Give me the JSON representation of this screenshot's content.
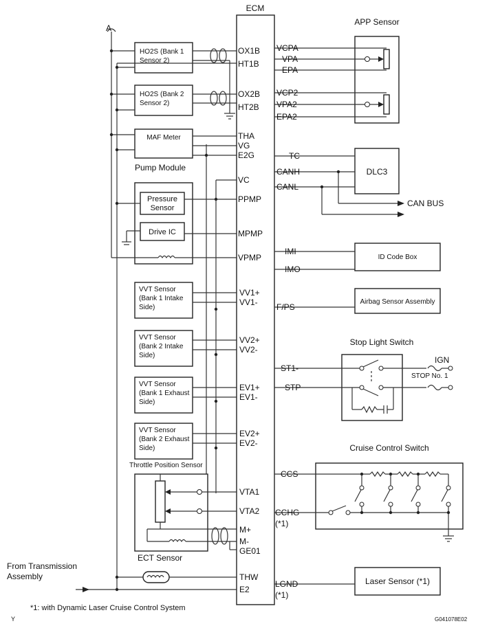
{
  "ecm": {
    "title": "ECM"
  },
  "left_pins": {
    "ox1b": "OX1B",
    "ht1b": "HT1B",
    "ox2b": "OX2B",
    "ht2b": "HT2B",
    "tha": "THA",
    "vg": "VG",
    "e2g": "E2G",
    "vc": "VC",
    "ppmp": "PPMP",
    "mpmp": "MPMP",
    "vpmp": "VPMP",
    "vv1p": "VV1+",
    "vv1m": "VV1-",
    "vv2p": "VV2+",
    "vv2m": "VV2-",
    "ev1p": "EV1+",
    "ev1m": "EV1-",
    "ev2p": "EV2+",
    "ev2m": "EV2-",
    "vta1": "VTA1",
    "vta2": "VTA2",
    "mp": "M+",
    "mm": "M-",
    "ge01": "GE01",
    "thw": "THW",
    "e2": "E2"
  },
  "right_pins": {
    "vcpa": "VCPA",
    "vpa": "VPA",
    "epa": "EPA",
    "vcp2": "VCP2",
    "vpa2": "VPA2",
    "epa2": "EPA2",
    "tc": "TC",
    "canh": "CANH",
    "canl": "CANL",
    "imi": "IMI",
    "imo": "IMO",
    "fps": "F/PS",
    "st1": "ST1-",
    "stp": "STP",
    "ccs": "CCS",
    "cchg": "CCHG",
    "cchg_note": "(*1)",
    "lgnd": "LGND",
    "lgnd_note": "(*1)"
  },
  "components": {
    "ho2s_b1": [
      "HO2S (Bank 1",
      "Sensor 2)"
    ],
    "ho2s_b2": [
      "HO2S (Bank 2",
      "Sensor 2)"
    ],
    "maf": "MAF Meter",
    "pump_module": "Pump Module",
    "pressure_sensor": [
      "Pressure",
      "Sensor"
    ],
    "drive_ic": "Drive IC",
    "vvt_b1_in": [
      "VVT Sensor",
      "(Bank 1 Intake",
      "Side)"
    ],
    "vvt_b2_in": [
      "VVT Sensor",
      "(Bank 2 Intake",
      "Side)"
    ],
    "vvt_b1_ex": [
      "VVT Sensor",
      "(Bank 1 Exhaust",
      "Side)"
    ],
    "vvt_b2_ex": [
      "VVT Sensor",
      "(Bank 2 Exhaust",
      "Side)"
    ],
    "throttle": "Throttle Position Sensor",
    "ect": "ECT Sensor",
    "app": "APP Sensor",
    "dlc3": "DLC3",
    "can_bus": "CAN BUS",
    "id_code": "ID Code Box",
    "airbag": "Airbag Sensor Assembly",
    "stop_switch": "Stop Light Switch",
    "ign": "IGN",
    "stop_fuse": "STOP No. 1",
    "cruise": "Cruise Control Switch",
    "laser": "Laser Sensor (*1)"
  },
  "labels": {
    "a": "A",
    "from_trans": [
      "From Transmission",
      "Assembly"
    ],
    "footnote": "*1: with Dynamic Laser Cruise Control System",
    "code": "G041078E02",
    "y": "Y"
  }
}
